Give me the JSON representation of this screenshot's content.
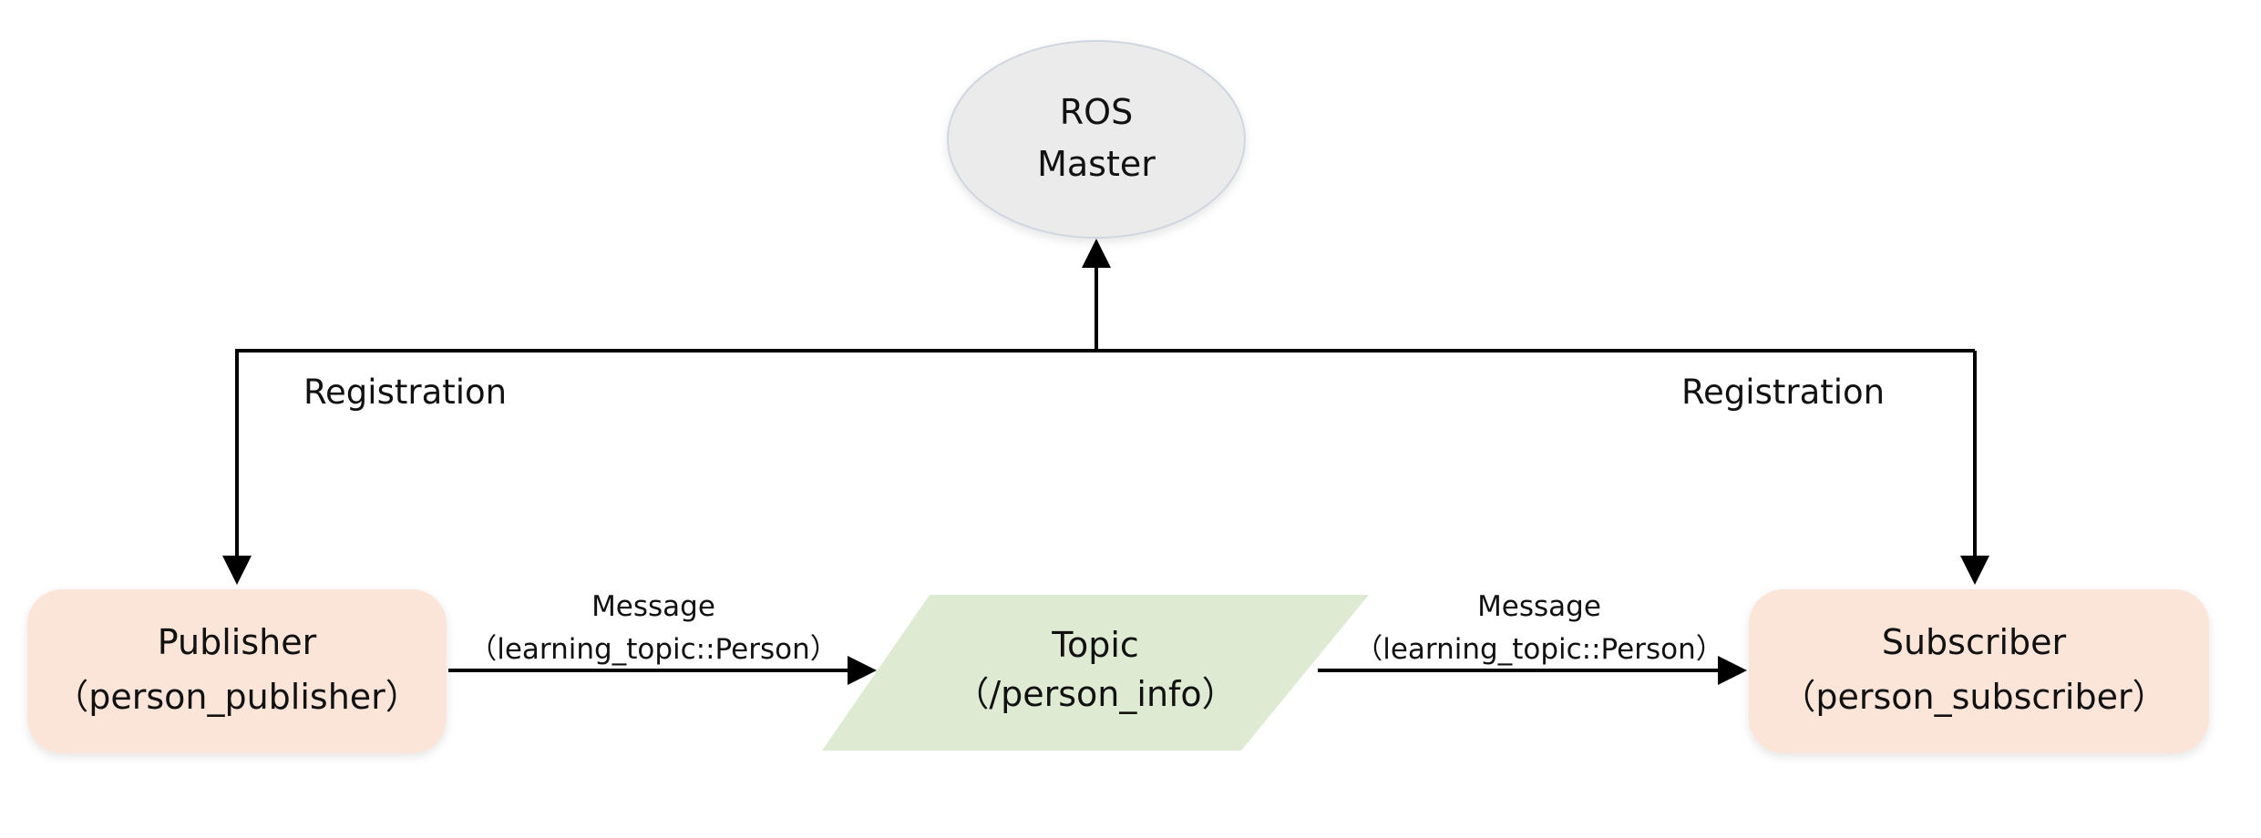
{
  "master": {
    "line1": "ROS",
    "line2": "Master"
  },
  "publisher": {
    "title": "Publisher",
    "node": "（person_publisher）"
  },
  "topic": {
    "title": "Topic",
    "name": "（/person_info）"
  },
  "subscriber": {
    "title": "Subscriber",
    "node": "（person_subscriber）"
  },
  "registration_left": "Registration",
  "registration_right": "Registration",
  "message_left": {
    "title": "Message",
    "type": "（learning_topic::Person）"
  },
  "message_right": {
    "title": "Message",
    "type": "（learning_topic::Person）"
  },
  "colors": {
    "master_fill": "#ebebeb",
    "node_fill": "#fbe5d9",
    "topic_fill": "#dfead2",
    "line": "#000000"
  }
}
